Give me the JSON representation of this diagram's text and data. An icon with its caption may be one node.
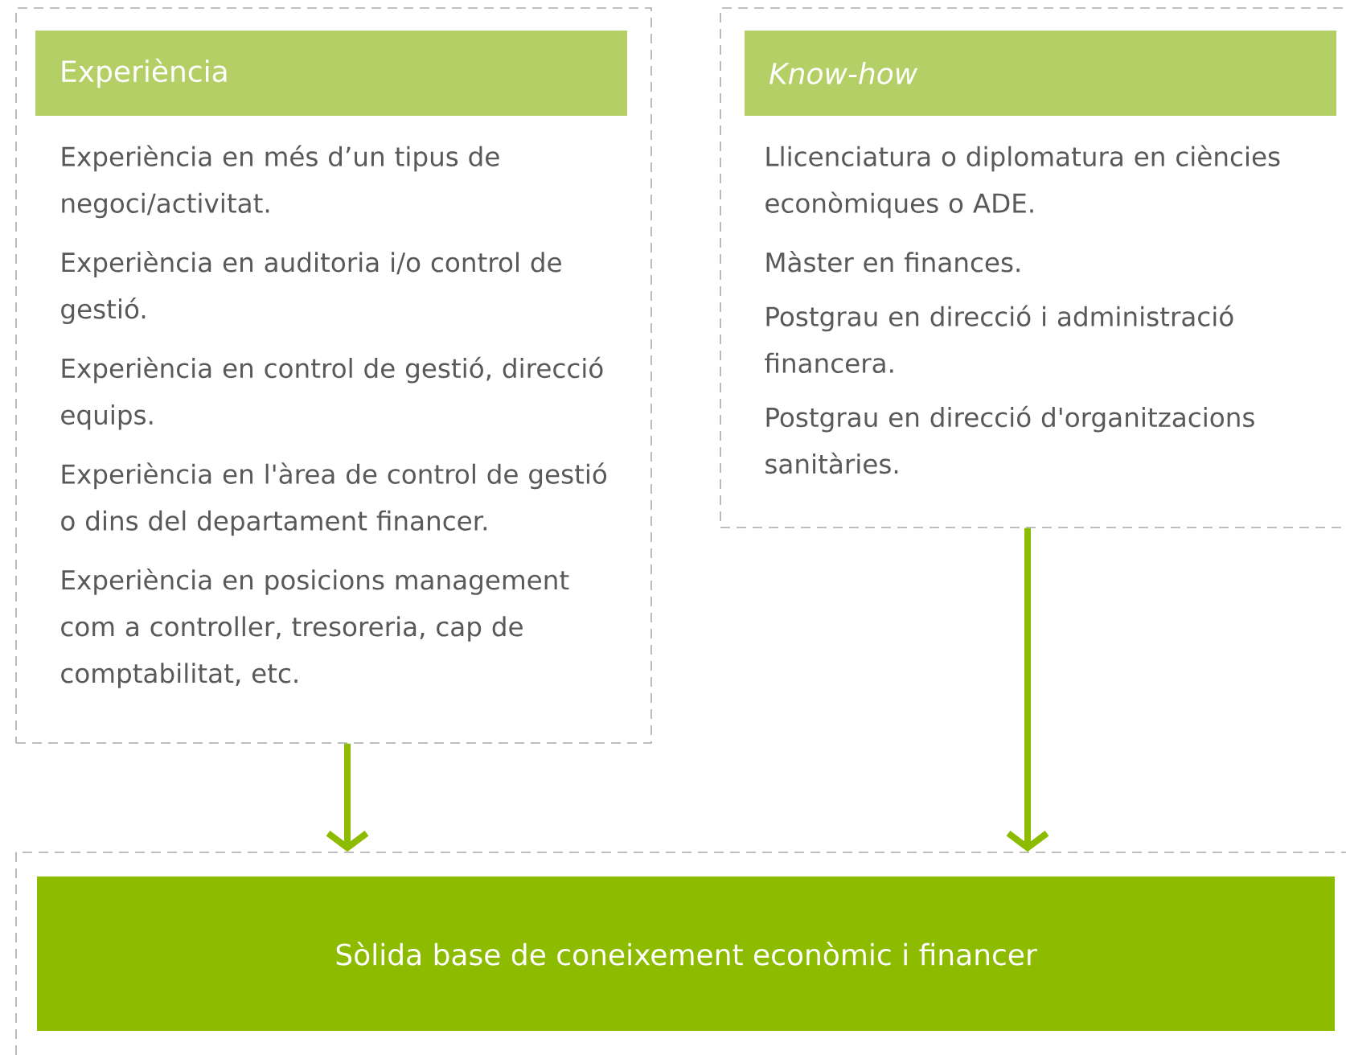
{
  "diagram": {
    "nodes": [
      {
        "text": [
          "Experiència en més d’un tipus de negoci/activitat.",
          "Experiència en auditoria i/o control de gestió.",
          "Experiència en control de gestió, direcció equips.",
          "Experiència en l'àrea de control de gestió o dins del departament financer.",
          "Experiència en posicions management com a controller, tresoreria, cap de comptabilitat, etc."
        ]
      },
      {
        "text": [
          "Experiència"
        ],
        "in": 0
      },
      {
        "text": [
          "Llicenciatura o diplomatura en ciències econòmiques o ADE.",
          "Màster en finances.",
          "Postgrau en direcció i administració financera.",
          "Postgrau en direcció d'organitzacions sanitàries."
        ]
      },
      {
        "text": [
          "Know-how"
        ],
        "in": 2
      },
      {
        "text": [],
        "shape": "box"
      },
      {
        "text": [
          "Sòlida base de coneixement econòmic i financer"
        ],
        "in": 4
      }
    ],
    "edges": [
      {
        "from": 0,
        "to": 4,
        "arrow": "to"
      },
      {
        "from": 2,
        "to": 4,
        "arrow": "to"
      }
    ]
  }
}
